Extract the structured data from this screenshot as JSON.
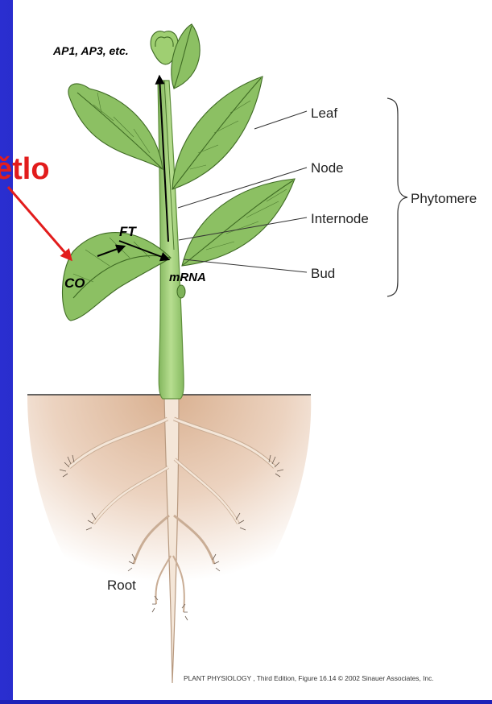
{
  "slide_title_fragment": "ětlo",
  "genes_label": "AP1, AP3, etc.",
  "ft_label": "FT",
  "co_label": "CO",
  "mrna_label": "mRNA",
  "part_labels": {
    "leaf": "Leaf",
    "node": "Node",
    "internode": "Internode",
    "bud": "Bud",
    "phytomere": "Phytomere",
    "root": "Root"
  },
  "credit": "PLANT PHYSIOLOGY , Third Edition, Figure 16.14  © 2002 Sinauer Associates, Inc.",
  "colors": {
    "slide_background": "#1e22b8",
    "title_red": "#e21c1c",
    "leaf_green": "#8cc063",
    "stem_green": "#9fcf72",
    "soil": "#e5c5ac"
  }
}
